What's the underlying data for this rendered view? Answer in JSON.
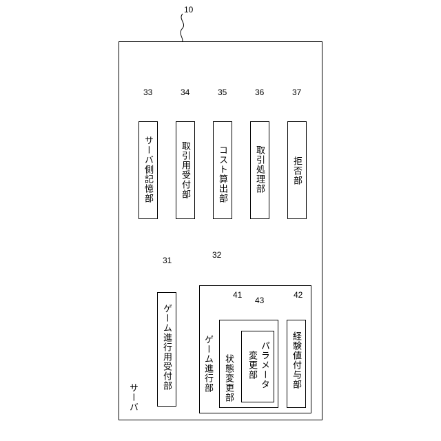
{
  "diagram": {
    "server": {
      "label": "サーバ",
      "ref": "10"
    },
    "components": [
      {
        "label": "ゲーム進行用受付部",
        "ref": "31"
      },
      {
        "label": "ゲーム進行部",
        "ref": "32"
      },
      {
        "label": "サーバ側記憶部",
        "ref": "33"
      },
      {
        "label": "取引用受付部",
        "ref": "34"
      },
      {
        "label": "コスト算出部",
        "ref": "35"
      },
      {
        "label": "取引処理部",
        "ref": "36"
      },
      {
        "label": "拒否部",
        "ref": "37"
      }
    ],
    "subcomponents": [
      {
        "label": "状態変更部",
        "ref": "41"
      },
      {
        "label": "経験値付与部",
        "ref": "42"
      },
      {
        "label": "パラメータ変更部",
        "ref": "43",
        "lines": [
          "パラメータ",
          "変更部"
        ]
      }
    ]
  }
}
